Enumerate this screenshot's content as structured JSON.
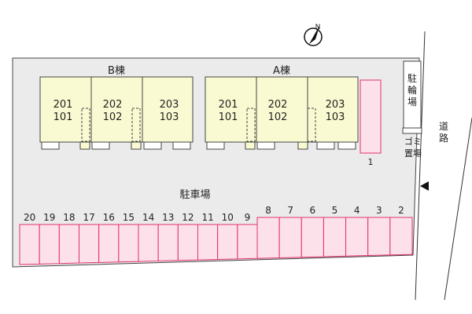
{
  "compass": {
    "north_label": "N"
  },
  "buildings": {
    "b": {
      "name": "B棟",
      "units": [
        {
          "upper": "201",
          "lower": "101"
        },
        {
          "upper": "202",
          "lower": "102"
        },
        {
          "upper": "203",
          "lower": "103"
        }
      ]
    },
    "a": {
      "name": "A棟",
      "units": [
        {
          "upper": "201",
          "lower": "101"
        },
        {
          "upper": "202",
          "lower": "102"
        },
        {
          "upper": "203",
          "lower": "103"
        }
      ]
    }
  },
  "bicycle_parking": {
    "label": "駐輪場"
  },
  "garbage": {
    "label_line1": "ゴミ",
    "label_line2": "置場"
  },
  "road": {
    "label": "道路"
  },
  "parking": {
    "label": "駐車場",
    "spot_1": "1",
    "bottom_row": [
      "20",
      "19",
      "18",
      "17",
      "16",
      "15",
      "14",
      "13",
      "12",
      "11",
      "10",
      "9"
    ],
    "right_row": [
      "8",
      "7",
      "6",
      "5",
      "4",
      "3",
      "2"
    ]
  },
  "colors": {
    "site": "#ebebeb",
    "building": "#fafad2",
    "parking_fill": "#fde1ea",
    "parking_stroke": "#e0326a"
  }
}
